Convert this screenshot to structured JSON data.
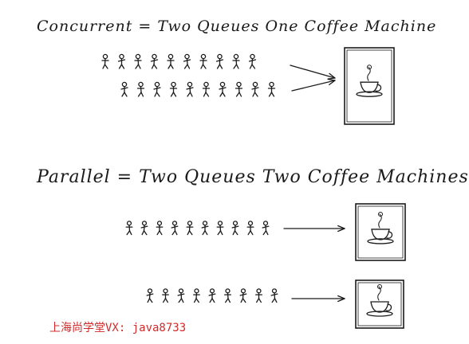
{
  "diagram": {
    "concurrent_title": "Concurrent = Two Queues One Coffee Machine",
    "parallel_title": "Parallel = Two Queues Two Coffee Machines",
    "queues": [
      {
        "name": "concurrent-queue-1",
        "people": 10
      },
      {
        "name": "concurrent-queue-2",
        "people": 10
      },
      {
        "name": "parallel-queue-1",
        "people": 10
      },
      {
        "name": "parallel-queue-2",
        "people": 9
      }
    ],
    "machines": [
      {
        "name": "concurrent-coffee-machine"
      },
      {
        "name": "parallel-coffee-machine-1"
      },
      {
        "name": "parallel-coffee-machine-2"
      }
    ]
  },
  "watermark": "上海尚学堂VX: java8733",
  "colors": {
    "ink": "#1a1a1a",
    "watermark": "#d22a2a"
  }
}
